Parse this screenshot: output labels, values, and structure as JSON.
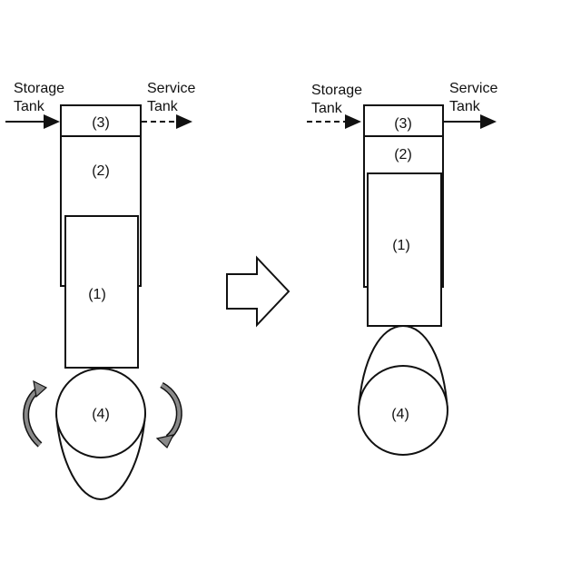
{
  "left_state": {
    "inlet_label_line1": "Storage",
    "inlet_label_line2": "Tank",
    "outlet_label_line1": "Service",
    "outlet_label_line2": "Tank",
    "chamber_top_label": "(3)",
    "chamber_middle_label": "(2)",
    "plunger_label": "(1)",
    "cam_label": "(4)"
  },
  "right_state": {
    "inlet_label_line1": "Storage",
    "inlet_label_line2": "Tank",
    "outlet_label_line1": "Service",
    "outlet_label_line2": "Tank",
    "chamber_top_label": "(3)",
    "chamber_middle_label": "(2)",
    "plunger_label": "(1)",
    "cam_label": "(4)"
  },
  "colors": {
    "stroke": "#111111",
    "rotation_arrow": "#6f6f6f"
  }
}
